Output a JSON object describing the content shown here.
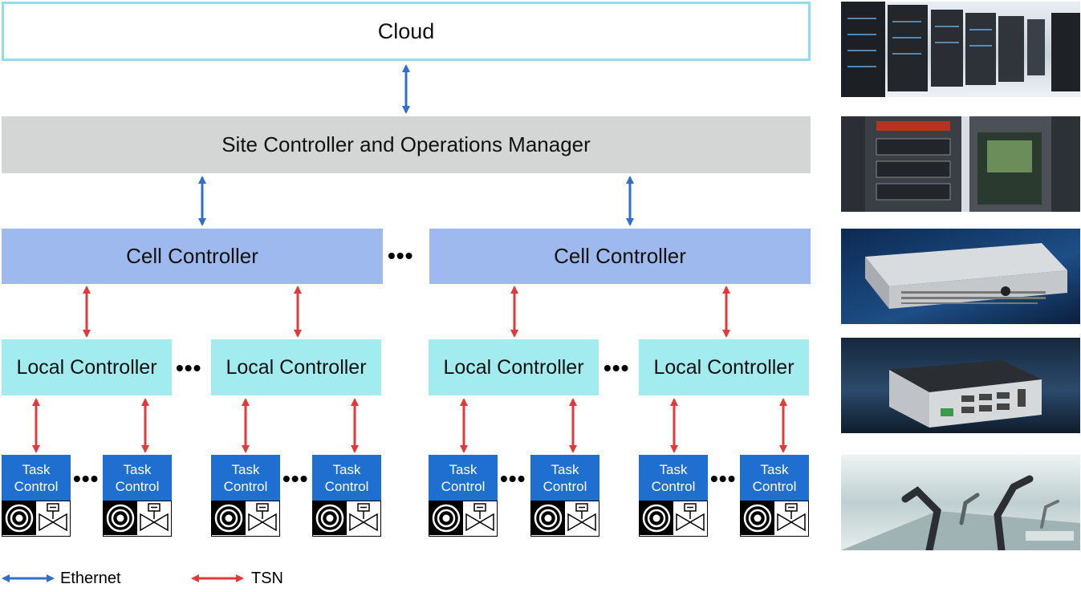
{
  "cloud": {
    "label": "Cloud"
  },
  "site": {
    "label": "Site Controller and Operations Manager"
  },
  "cells": [
    {
      "label": "Cell Controller"
    },
    {
      "label": "Cell Controller"
    }
  ],
  "locals": [
    {
      "label": "Local Controller"
    },
    {
      "label": "Local Controller"
    },
    {
      "label": "Local Controller"
    },
    {
      "label": "Local Controller"
    }
  ],
  "tasks": [
    {
      "line1": "Task",
      "line2": "Control"
    },
    {
      "line1": "Task",
      "line2": "Control"
    },
    {
      "line1": "Task",
      "line2": "Control"
    },
    {
      "line1": "Task",
      "line2": "Control"
    },
    {
      "line1": "Task",
      "line2": "Control"
    },
    {
      "line1": "Task",
      "line2": "Control"
    },
    {
      "line1": "Task",
      "line2": "Control"
    },
    {
      "line1": "Task",
      "line2": "Control"
    }
  ],
  "ellipsis": "•••",
  "legend": {
    "ethernet": "Ethernet",
    "tsn": "TSN"
  },
  "colors": {
    "ethernet": "#2f6fcc",
    "tsn": "#e23a3a",
    "cloud_border": "#8fdcea",
    "site": "#d4d6d6",
    "cell": "#9eb9ee",
    "local": "#a2ecef",
    "task": "#1f6fd1"
  },
  "photos": [
    "server-room-photo",
    "rack-servers-photo",
    "rack-server-unit-photo",
    "edge-computer-photo",
    "robot-arms-factory-photo"
  ]
}
